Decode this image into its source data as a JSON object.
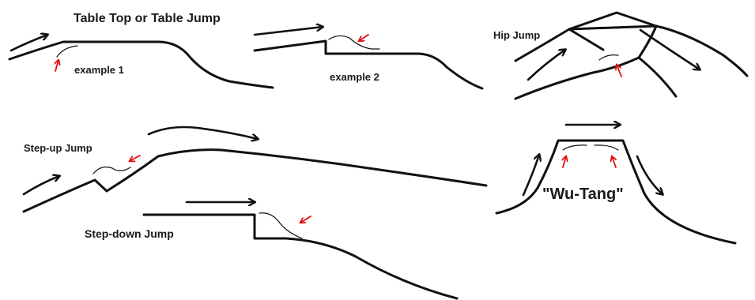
{
  "labels": {
    "table_top": "Table Top or Table Jump",
    "example_1": "example 1",
    "example_2": "example 2",
    "hip_jump": "Hip Jump",
    "step_up": "Step-up Jump",
    "step_down": "Step-down Jump",
    "wu_tang": "\"Wu-Tang\""
  },
  "colors": {
    "ink": "#111111",
    "marker": "#e01010"
  }
}
